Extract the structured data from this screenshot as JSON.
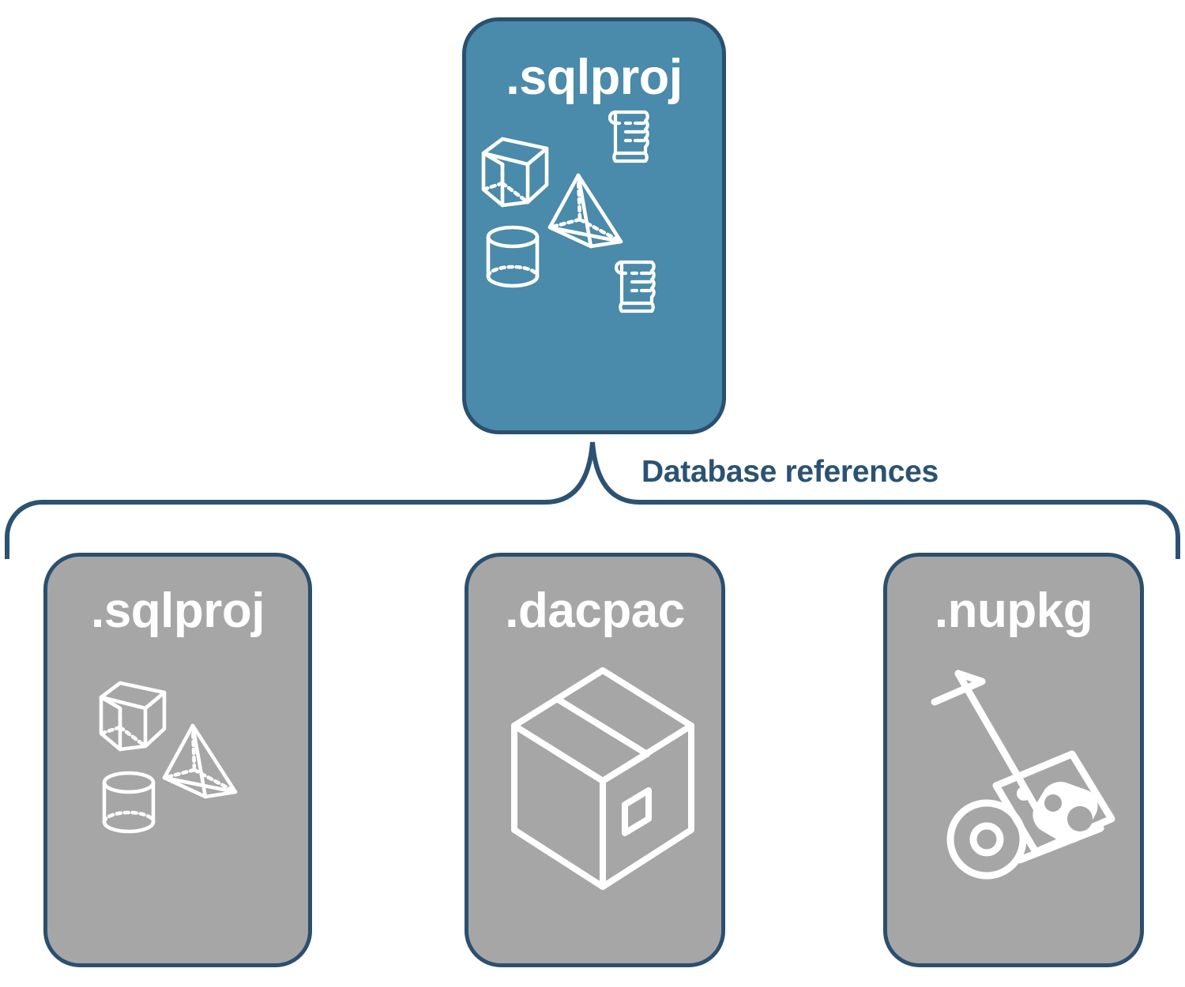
{
  "diagram": {
    "title_text": "Database references",
    "colors": {
      "root_card_fill": "#4a8aaa",
      "reference_card_fill": "#a6a6a6",
      "border": "#2b4f6e",
      "label_text": "#2b5272",
      "card_text": "#ffffff",
      "background": "#ffffff"
    }
  },
  "root": {
    "label": ".sqlproj",
    "icons": [
      "scroll-icon",
      "cube-icon",
      "pyramid-icon",
      "cylinder-icon",
      "scroll-icon"
    ]
  },
  "connector": {
    "label": "Database references",
    "type": "brace"
  },
  "references": [
    {
      "label": ".sqlproj",
      "icons": [
        "cube-icon",
        "pyramid-icon",
        "cylinder-icon"
      ]
    },
    {
      "label": ".dacpac",
      "icons": [
        "package-box-icon"
      ]
    },
    {
      "label": ".nupkg",
      "icons": [
        "hand-truck-icon",
        "nuget-package-icon"
      ]
    }
  ]
}
